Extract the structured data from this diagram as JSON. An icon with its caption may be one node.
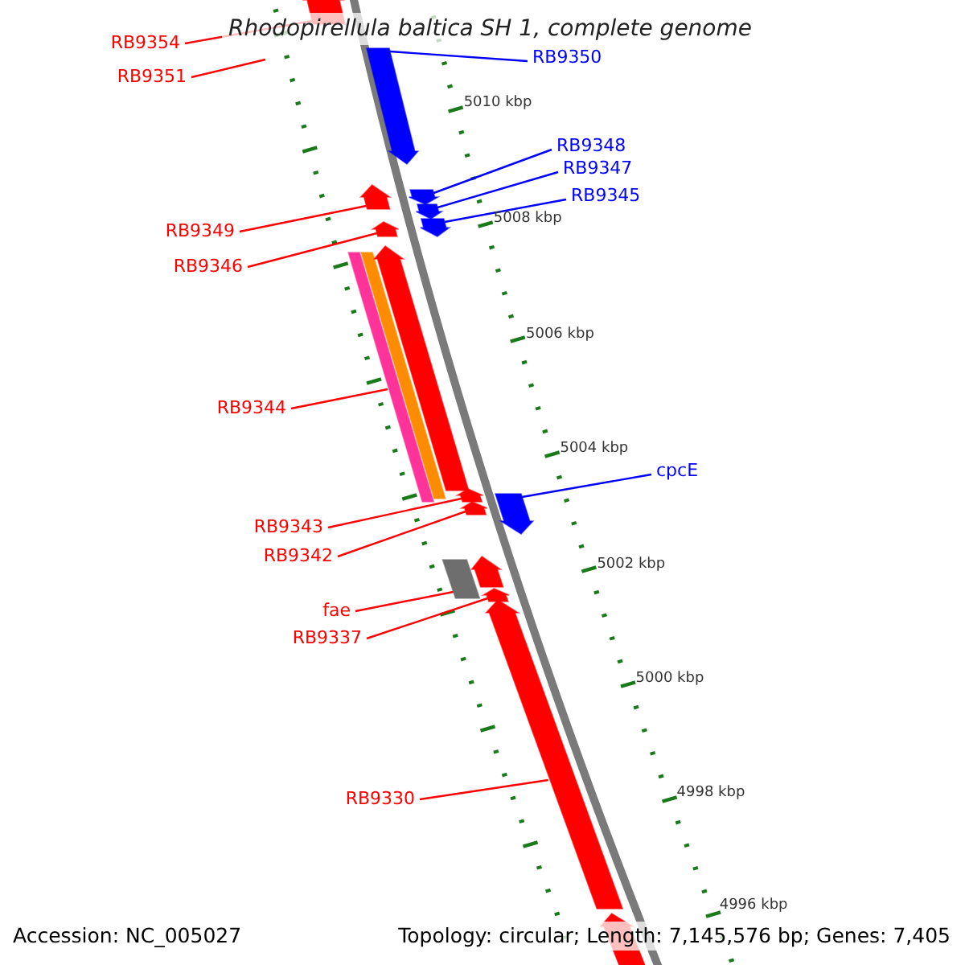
{
  "diagram": {
    "title": "Rhodopirellula baltica SH 1, complete genome",
    "nodes": [
      {
        "text": [
          "RB9354"
        ]
      },
      {
        "text": [
          "RB9351"
        ]
      },
      {
        "text": [
          "RB9350"
        ]
      },
      {
        "text": [
          "RB9348"
        ]
      },
      {
        "text": [
          "RB9347"
        ]
      },
      {
        "text": [
          "RB9345"
        ]
      },
      {
        "text": [
          "RB9349"
        ]
      },
      {
        "text": [
          "RB9346"
        ]
      },
      {
        "text": [
          "RB9344"
        ]
      },
      {
        "text": [
          "cpcE"
        ]
      },
      {
        "text": [
          "RB9343"
        ]
      },
      {
        "text": [
          "RB9342"
        ]
      },
      {
        "text": [
          "fae"
        ]
      },
      {
        "text": [
          "RB9337"
        ]
      },
      {
        "text": [
          "RB9330"
        ]
      },
      {
        "text": [],
        "shape": "arrow"
      },
      {
        "text": [],
        "shape": "arrow"
      },
      {
        "text": [],
        "shape": "arrow"
      },
      {
        "text": [],
        "shape": "arrow"
      },
      {
        "text": [],
        "shape": "arrow"
      },
      {
        "text": [],
        "shape": "arrow"
      },
      {
        "text": [],
        "shape": "arrow"
      },
      {
        "text": [],
        "shape": "bar"
      },
      {
        "text": [],
        "shape": "bar"
      },
      {
        "text": [],
        "shape": "arrow"
      },
      {
        "text": [],
        "shape": "arrow"
      },
      {
        "text": [],
        "shape": "arrow"
      },
      {
        "text": [],
        "shape": "arrow"
      },
      {
        "text": [],
        "shape": "bar"
      },
      {
        "text": [],
        "shape": "arrow"
      },
      {
        "text": [],
        "shape": "arrow"
      },
      {
        "text": [],
        "shape": "arrow"
      },
      {
        "text": [],
        "shape": "arrow"
      }
    ],
    "edges": [
      {
        "from": 0,
        "to": 15,
        "arrow": "none"
      },
      {
        "from": 1,
        "to": null,
        "arrow": "none"
      },
      {
        "from": 2,
        "to": 16,
        "arrow": "none",
        "color": "#0000ff"
      },
      {
        "from": 3,
        "to": 17,
        "arrow": "none",
        "color": "#0000ff"
      },
      {
        "from": 4,
        "to": 18,
        "arrow": "none",
        "color": "#0000ff"
      },
      {
        "from": 5,
        "to": 19,
        "arrow": "none",
        "color": "#0000ff"
      },
      {
        "from": 6,
        "to": 20,
        "arrow": "none"
      },
      {
        "from": 7,
        "to": 21,
        "arrow": "none"
      },
      {
        "from": 8,
        "to": 22,
        "arrow": "none"
      },
      {
        "from": 9,
        "to": 25,
        "arrow": "none",
        "color": "#0000ff"
      },
      {
        "from": 10,
        "to": 26,
        "arrow": "none"
      },
      {
        "from": 11,
        "to": 27,
        "arrow": "none"
      },
      {
        "from": 12,
        "to": 28,
        "arrow": "none"
      },
      {
        "from": 13,
        "to": 30,
        "arrow": "none"
      },
      {
        "from": 14,
        "to": 31,
        "arrow": "none"
      }
    ],
    "labels": [
      "5010 kbp",
      "5008 kbp",
      "5006 kbp",
      "5004 kbp",
      "5002 kbp",
      "5000 kbp",
      "4998 kbp",
      "4996 kbp",
      "Accession: NC_005027",
      "Topology: circular; Length: 7,145,576 bp; Genes: 7,405"
    ]
  }
}
